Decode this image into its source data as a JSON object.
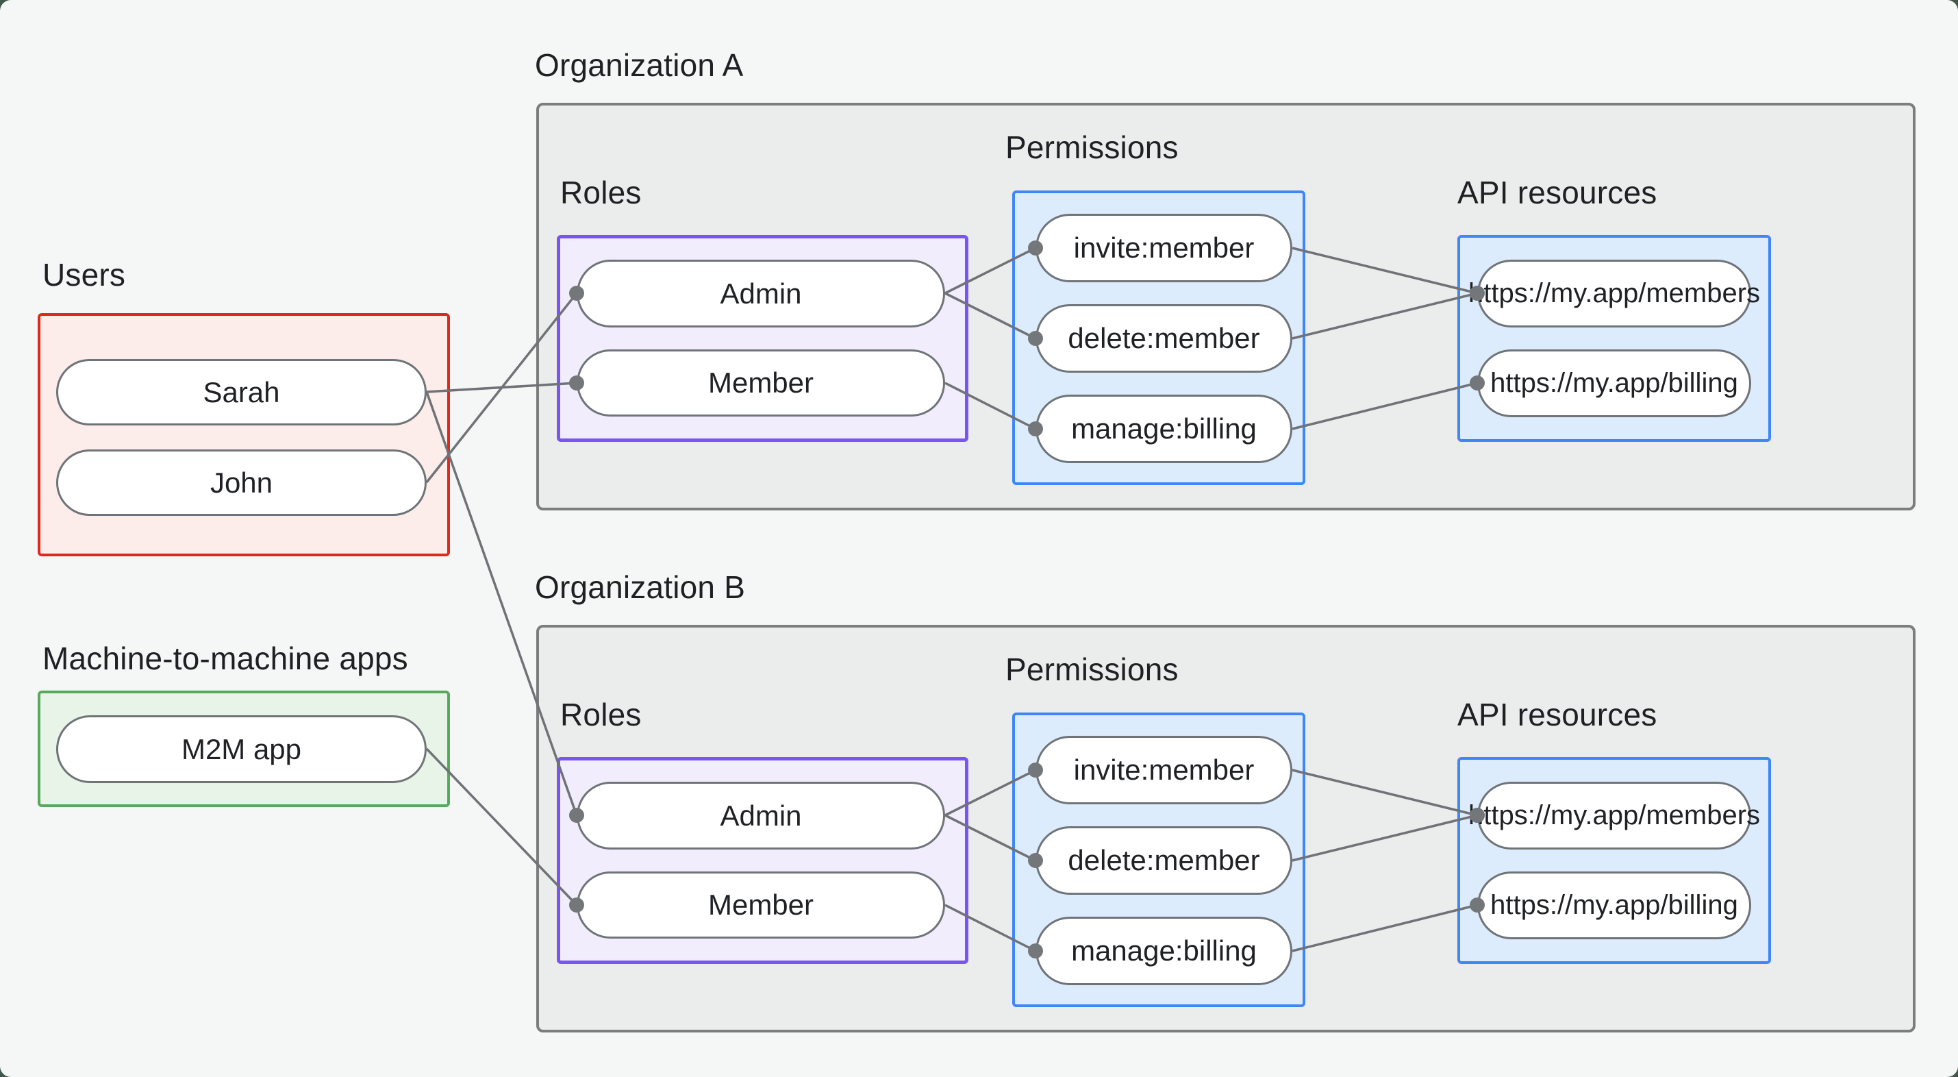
{
  "users_group": {
    "title": "Users",
    "items": [
      {
        "label": "Sarah"
      },
      {
        "label": "John"
      }
    ]
  },
  "m2m_group": {
    "title": "Machine-to-machine apps",
    "items": [
      {
        "label": "M2M app"
      }
    ]
  },
  "org_a": {
    "title": "Organization A",
    "roles": {
      "title": "Roles",
      "items": [
        {
          "label": "Admin"
        },
        {
          "label": "Member"
        }
      ]
    },
    "permissions": {
      "title": "Permissions",
      "items": [
        {
          "label": "invite:member"
        },
        {
          "label": "delete:member"
        },
        {
          "label": "manage:billing"
        }
      ]
    },
    "api_resources": {
      "title": "API resources",
      "items": [
        {
          "label": "https://my.app/members"
        },
        {
          "label": "https://my.app/billing"
        }
      ]
    }
  },
  "org_b": {
    "title": "Organization B",
    "roles": {
      "title": "Roles",
      "items": [
        {
          "label": "Admin"
        },
        {
          "label": "Member"
        }
      ]
    },
    "permissions": {
      "title": "Permissions",
      "items": [
        {
          "label": "invite:member"
        },
        {
          "label": "delete:member"
        },
        {
          "label": "manage:billing"
        }
      ]
    },
    "api_resources": {
      "title": "API resources",
      "items": [
        {
          "label": "https://my.app/members"
        },
        {
          "label": "https://my.app/billing"
        }
      ]
    }
  },
  "colors": {
    "users_accent": "#e0281c",
    "users_fill": "#fcedea",
    "m2m_accent": "#57a95b",
    "m2m_fill": "#e9f4e8",
    "roles_accent": "#7a55f6",
    "roles_fill": "#f2edfd",
    "permissions_accent": "#3f86f6",
    "permissions_fill": "#ddecfc",
    "api_accent": "#3f86f6",
    "api_fill": "#ddecfc",
    "org_fill": "#ebedec",
    "org_border": "#7a7e7c",
    "connector": "#6f7276",
    "dot": "#74777a",
    "panel_bg": "#f4f7f5"
  },
  "edges": [
    {
      "from": "user-sarah",
      "to": "org-a-role-member"
    },
    {
      "from": "user-john",
      "to": "org-a-role-admin"
    },
    {
      "from": "user-sarah",
      "to": "org-b-role-admin"
    },
    {
      "from": "m2m-app",
      "to": "org-b-role-member"
    },
    {
      "from": "org-a-role-admin",
      "to": "org-a-perm-invite"
    },
    {
      "from": "org-a-role-admin",
      "to": "org-a-perm-delete"
    },
    {
      "from": "org-a-role-member",
      "to": "org-a-perm-manage"
    },
    {
      "from": "org-a-perm-invite",
      "to": "org-a-api-members"
    },
    {
      "from": "org-a-perm-delete",
      "to": "org-a-api-members"
    },
    {
      "from": "org-a-perm-manage",
      "to": "org-a-api-billing"
    },
    {
      "from": "org-b-role-admin",
      "to": "org-b-perm-invite"
    },
    {
      "from": "org-b-role-admin",
      "to": "org-b-perm-delete"
    },
    {
      "from": "org-b-role-member",
      "to": "org-b-perm-manage"
    },
    {
      "from": "org-b-perm-invite",
      "to": "org-b-api-members"
    },
    {
      "from": "org-b-perm-delete",
      "to": "org-b-api-members"
    },
    {
      "from": "org-b-perm-manage",
      "to": "org-b-api-billing"
    }
  ]
}
